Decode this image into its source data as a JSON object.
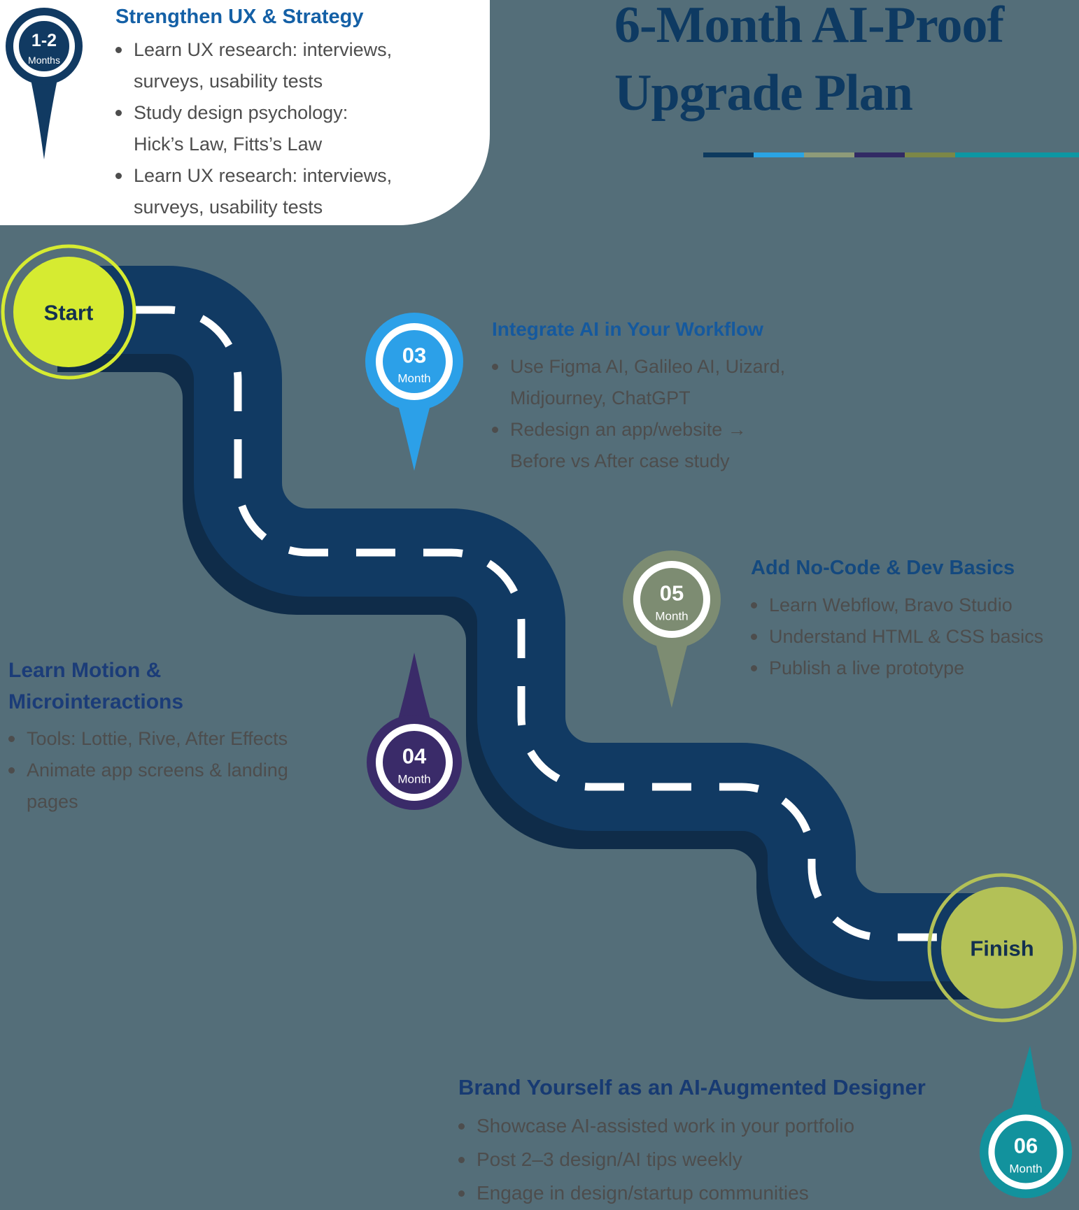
{
  "background": {
    "page": "#546E79",
    "corner": "#FFFFFF"
  },
  "title": {
    "line1": "6-Month AI-Proof",
    "line2": "Upgrade Plan",
    "color": "#0E3A62"
  },
  "divider": {
    "colors": [
      "#0D3A5E",
      "#2AA4E4",
      "#8E9B79",
      "#322A64",
      "#7C8747",
      "#0D97A3"
    ]
  },
  "road": {
    "color": "#113A63",
    "shadow_color": "#0F2C49",
    "dash_color": "#FFFFFF",
    "start": {
      "label": "Start",
      "fill": "#D6EB31",
      "text_color": "#13304F"
    },
    "finish": {
      "label": "Finish",
      "fill": "#B3C157",
      "text_color": "#13304F"
    }
  },
  "pins": {
    "p12": {
      "num": "1-2",
      "sub": "Months",
      "color": "#113A62"
    },
    "p03": {
      "num": "03",
      "sub": "Month",
      "color": "#2CA0E8"
    },
    "p04": {
      "num": "04",
      "sub": "Month",
      "color": "#3A2B69"
    },
    "p05": {
      "num": "05",
      "sub": "Month",
      "color": "#7D8C72"
    },
    "p06": {
      "num": "06",
      "sub": "Month",
      "color": "#12929D"
    }
  },
  "sections": {
    "strengthen": {
      "heading": "Strengthen UX & Strategy",
      "heading_color": "#1460A6",
      "bullets": [
        {
          "lines": [
            "Learn UX research: interviews,",
            "surveys, usability tests"
          ]
        },
        {
          "lines": [
            "Study design psychology:",
            "Hick’s Law, Fitts’s Law"
          ]
        },
        {
          "lines": [
            "Learn UX research: interviews,",
            "surveys, usability tests"
          ]
        }
      ]
    },
    "integrate": {
      "heading": "Integrate AI in Your Workflow",
      "heading_color": "#15599E",
      "bullets": [
        {
          "lines": [
            "Use Figma AI, Galileo AI, Uizard,",
            "Midjourney, ChatGPT"
          ]
        },
        {
          "lines": [
            "Redesign an app/website →",
            "Before vs After case study"
          ]
        }
      ]
    },
    "motion": {
      "heading": "Learn Motion & Microinteractions",
      "heading_color": "#1B3C78",
      "bullets": [
        {
          "lines": [
            "Tools: Lottie, Rive, After Effects"
          ]
        },
        {
          "lines": [
            "Animate app screens & landing",
            "pages"
          ]
        }
      ]
    },
    "nocode": {
      "heading": "Add No-Code & Dev Basics",
      "heading_color": "#14497F",
      "bullets": [
        {
          "lines": [
            "Learn Webflow, Bravo Studio"
          ]
        },
        {
          "lines": [
            "Understand HTML & CSS basics"
          ]
        },
        {
          "lines": [
            "Publish a live prototype"
          ]
        }
      ]
    },
    "brand": {
      "heading": "Brand Yourself as an AI-Augmented Designer",
      "heading_color": "#173A72",
      "bullets": [
        {
          "lines": [
            "Showcase AI-assisted work in your portfolio"
          ]
        },
        {
          "lines": [
            "Post 2–3 design/AI tips weekly"
          ]
        },
        {
          "lines": [
            "Engage in design/startup communities"
          ]
        }
      ]
    }
  }
}
